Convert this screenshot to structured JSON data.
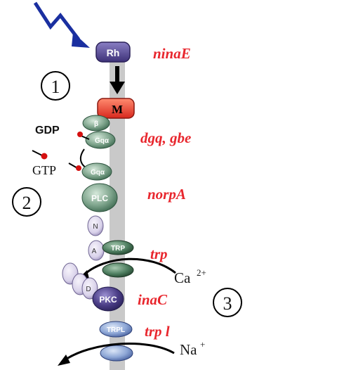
{
  "light": {
    "icon": "lightning-bolt-icon",
    "color": "#1a2fa0"
  },
  "molecules": {
    "rh": "Rh",
    "m": "M",
    "gb": "β",
    "gq_top": "Gqα",
    "gq_bottom": "Gqα",
    "plc": "PLC",
    "n": "N",
    "a": "A",
    "trp_label": "TRP",
    "pkc": "PKC",
    "d": "D",
    "trpl_label": "TRPL"
  },
  "nucleotides": {
    "gdp": "GDP",
    "gtp": "GTP"
  },
  "genes": {
    "ninaE": "ninaE",
    "dgq_gbe": "dgq, gbe",
    "norpA": "norpA",
    "trp": "trp",
    "inaC": "inaC",
    "trpl": "trp l"
  },
  "ions": {
    "ca": "Ca",
    "ca_charge": "2+",
    "na": "Na",
    "na_charge": "+"
  },
  "steps": [
    "1",
    "2",
    "3"
  ],
  "colors": {
    "gene_text": "#e8262d",
    "rhodopsin": "#5b4d9c",
    "metarhodopsin": "#f04c3c",
    "g_protein": "#7fa58d",
    "membrane": "#c9c9c9",
    "pkc": "#4a3d86",
    "light_purple": "#d9d2ea"
  }
}
